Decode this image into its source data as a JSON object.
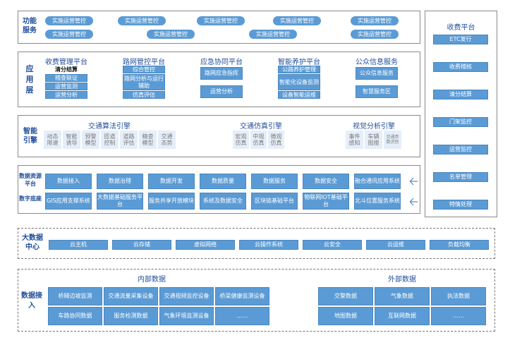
{
  "func_service": {
    "label": "功能\n服务",
    "pills": [
      "实施运营管控",
      "实施运营管控",
      "实施运营管控",
      "实施运营管控",
      "实施运营管控",
      "实施运营管控",
      "实施运营管控",
      "实施运营管控",
      "实施运营管控",
      "实施运营管控"
    ]
  },
  "app_layer": {
    "label": "应\n用\n层",
    "groups": [
      {
        "title": "收费管理平台",
        "items": [
          "清分结算",
          "稽查联证",
          "运营监测",
          "运营分析"
        ]
      },
      {
        "title": "路网管控平台",
        "items": [
          "综合管控",
          "路网分析与运行辅助",
          "仿真评估"
        ]
      },
      {
        "title": "应急协同平台",
        "items": [
          "路网应急指挥",
          "运营分析"
        ]
      },
      {
        "title": "智能养护平台",
        "items": [
          "公路养护管理",
          "智能化设备监测",
          "设备智能运维"
        ]
      },
      {
        "title": "公众信息服务",
        "items": [
          "公众信息服务",
          "智慧服务区"
        ]
      }
    ]
  },
  "engine": {
    "label": "智能\n引擎",
    "groups": [
      {
        "title": "交通算法引擎",
        "items": [
          "动态限速",
          "智能诱导",
          "预警模型",
          "匝道控制",
          "道路评估",
          "精查模型",
          "交通态势"
        ]
      },
      {
        "title": "交通仿真引擎",
        "items": [
          "宏观仿真",
          "中观仿真",
          "微观仿真"
        ]
      },
      {
        "title": "视觉分析引擎",
        "items": [
          "事件感知",
          "车辆图搜",
          "交通参数识别"
        ]
      }
    ]
  },
  "data_platform": {
    "label1": "数据资源平台",
    "label2": "数字底座",
    "row1": [
      "数据接入",
      "数据治理",
      "数据开发",
      "数据质量",
      "数据服务",
      "数据安全",
      "融合通讯应用系统"
    ],
    "row2": [
      "GIS应用支撑系统",
      "大数据基础服务平台",
      "服务共享开放模块",
      "系统及数据安全",
      "区块链基础平台",
      "物联网IOT基础平台",
      "北斗位置服务系统"
    ]
  },
  "bigdata": {
    "label": "大数据中心",
    "items": [
      "云主机",
      "云存储",
      "虚拟网络",
      "云操作系统",
      "云安全",
      "云运维",
      "负载均衡"
    ]
  },
  "data_access": {
    "label": "数据接入",
    "internal_title": "内部数据",
    "internal_row1": [
      "桥隧边坡监测",
      "交通流量采集设备",
      "交通视频监控设备",
      "桥梁健康监测设备"
    ],
    "internal_row2": [
      "车路协同数据",
      "服务检测数据",
      "气象环境监测设备",
      "……"
    ],
    "external_title": "外部数据",
    "external_row1": [
      "交警数据",
      "气象数据",
      "执法数据"
    ],
    "external_row2": [
      "地图数据",
      "互联网数据",
      "……"
    ]
  },
  "toll_platform": {
    "title": "收费平台",
    "items": [
      "ETC发行",
      "收费稽核",
      "清分结算",
      "门架监控",
      "运营监控",
      "名单管理",
      "特情处理"
    ]
  },
  "colors": {
    "accent": "#5b9bd5",
    "title": "#1f4d9c",
    "light": "#e5eef9"
  }
}
